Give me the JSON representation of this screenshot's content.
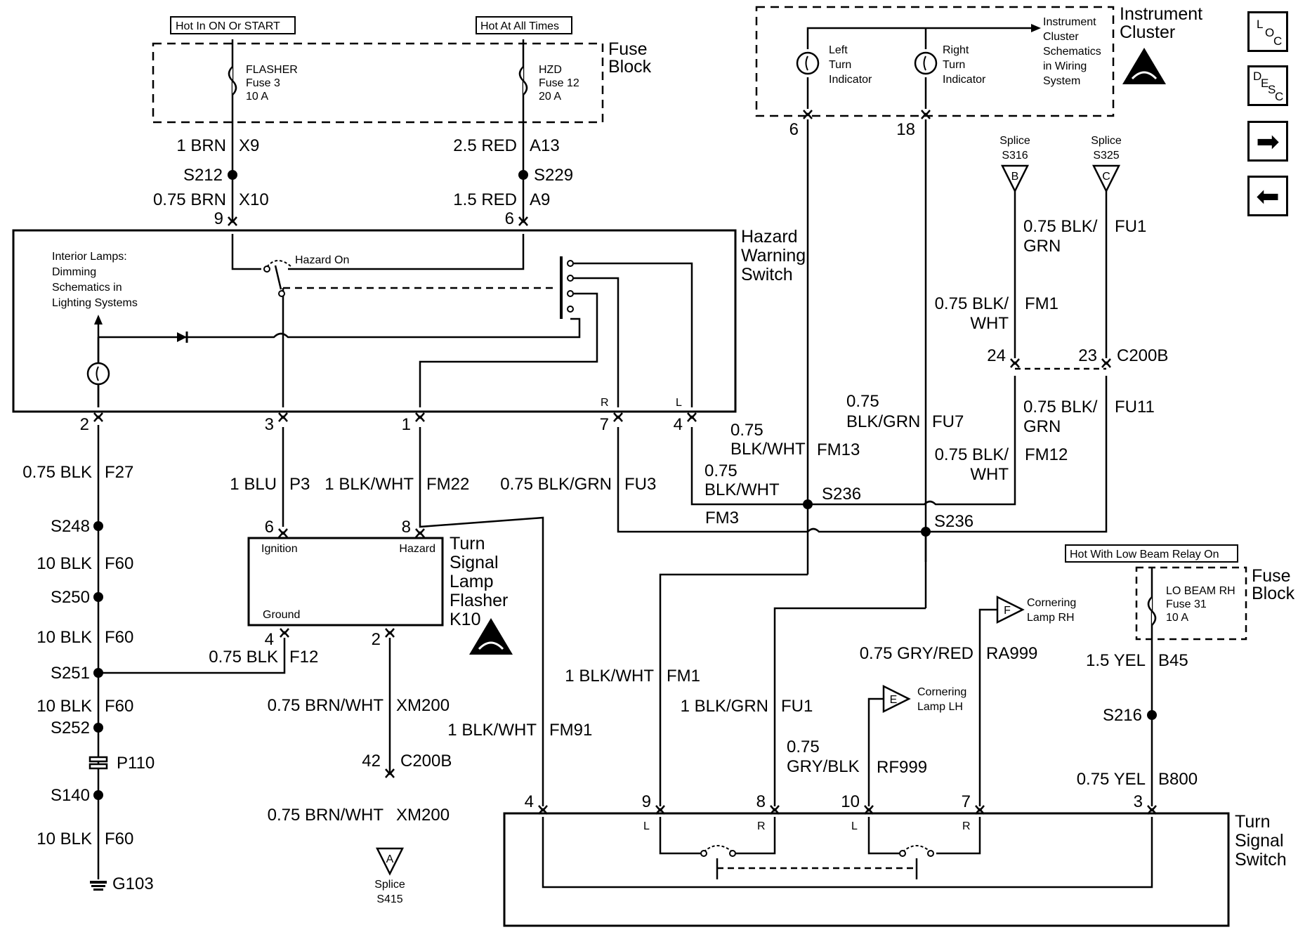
{
  "title_boxes": {
    "hot_in_on_start": "Hot In ON Or START",
    "hot_at_all_times": "Hot At All Times",
    "hot_with_low_beam": "Hot With Low Beam Relay On"
  },
  "components": {
    "fuse_block_top": "Fuse\nBlock",
    "fuse_block_right": "Fuse\nBlock",
    "hazard_switch": "Hazard\nWarning\nSwitch",
    "instrument_cluster": "Instrument\nCluster",
    "flasher": "Turn\nSignal\nLamp\nFlasher\nK10",
    "turn_signal_switch": "Turn\nSignal\nSwitch"
  },
  "fuses": {
    "flasher": "FLASHER\nFuse 3\n10 A",
    "hzd": "HZD\nFuse 12\n20 A",
    "lo_beam": "LO BEAM RH\nFuse 31\n10 A"
  },
  "cluster_text": {
    "left_indicator": "Left\nTurn\nIndicator",
    "right_indicator": "Right\nTurn\nIndicator",
    "schematics_ref": "Instrument\nCluster\nSchematics\nin Wiring\nSystem"
  },
  "hazard_text": {
    "interior_lamps": "Interior Lamps:\nDimming\nSchematics in\nLighting Systems",
    "hazard_on": "Hazard On",
    "r": "R",
    "l": "L"
  },
  "flasher_pins": {
    "ignition": "Ignition",
    "hazard": "Hazard",
    "ground": "Ground"
  },
  "switch_pins": {
    "l1": "L",
    "r1": "R",
    "l2": "L",
    "r2": "R"
  },
  "splices": {
    "s316": "Splice\nS316",
    "s325": "Splice\nS325",
    "s415": "Splice\nS415",
    "letter_a": "A",
    "letter_b": "B",
    "letter_c": "C",
    "letter_e": "E",
    "letter_f": "F",
    "cornering_lh": "Cornering\nLamp LH",
    "cornering_rh": "Cornering\nLamp RH"
  },
  "wires": {
    "w1": "1 BRN",
    "w1c": "X9",
    "w2": "0.75 BRN",
    "w2c": "X10",
    "w3": "2.5 RED",
    "w3c": "A13",
    "w4": "1.5 RED",
    "w4c": "A9",
    "w5": "0.75 BLK",
    "w5c": "F27",
    "w6": "10 BLK",
    "w6c": "F60",
    "w7": "10 BLK",
    "w7c": "F60",
    "w8": "10 BLK",
    "w8c": "F60",
    "w9": "10 BLK",
    "w9c": "F60",
    "w10": "1 BLU",
    "w10c": "P3",
    "w11": "1 BLK/WHT",
    "w11c": "FM22",
    "w12": "0.75 BLK/GRN",
    "w12c": "FU3",
    "w13": "0.75\nBLK/WHT",
    "w13c": "FM3",
    "w14": "0.75\nBLK/WHT",
    "w14c": "FM13",
    "w15": "0.75\nBLK/GRN",
    "w15c": "FU7",
    "w16": "0.75 BLK/\nGRN",
    "w16c": "FU1",
    "w17": "0.75 BLK/\nWHT",
    "w17c": "FM1",
    "w18": "0.75 BLK/\nGRN",
    "w18c": "FU11",
    "w19": "0.75 BLK/\nWHT",
    "w19c": "FM12",
    "w20": "0.75 BLK",
    "w20c": "F12",
    "w21": "0.75 BRN/WHT",
    "w21c": "XM200",
    "w22": "0.75 BRN/WHT",
    "w22c": "XM200",
    "w23": "1 BLK/WHT",
    "w23c": "FM91",
    "w24": "1 BLK/WHT",
    "w24c": "FM1",
    "w25": "1 BLK/GRN",
    "w25c": "FU1",
    "w26": "0.75 GRY/RED",
    "w26c": "RA999",
    "w27": "0.75\nGRY/BLK",
    "w27c": "RF999",
    "w28": "1.5 YEL",
    "w28c": "B45",
    "w29": "0.75 YEL",
    "w29c": "B800"
  },
  "nodes": {
    "s212": "S212",
    "s229": "S229",
    "s248": "S248",
    "s250": "S250",
    "s251": "S251",
    "s252": "S252",
    "p110": "P110",
    "s140": "S140",
    "g103": "G103",
    "s236a": "S236",
    "s236b": "S236",
    "s216": "S216",
    "c200b_1": "C200B",
    "c200b_2": "C200B"
  },
  "pins": {
    "p9": "9",
    "p6": "6",
    "hs2": "2",
    "hs3": "3",
    "hs1": "1",
    "hs7": "7",
    "hs4": "4",
    "ic6": "6",
    "ic18": "18",
    "c24": "24",
    "c23": "23",
    "f6": "6",
    "f8": "8",
    "f4": "4",
    "f2": "2",
    "c42": "42",
    "t4": "4",
    "t9": "9",
    "t8": "8",
    "t10": "10",
    "t7": "7",
    "t3": "3"
  },
  "nav": {
    "loc": [
      "L",
      "O",
      "C"
    ],
    "desc": [
      "D",
      "E",
      "S",
      "C"
    ],
    "next_arrow": "➡",
    "prev_arrow": "⬅"
  }
}
